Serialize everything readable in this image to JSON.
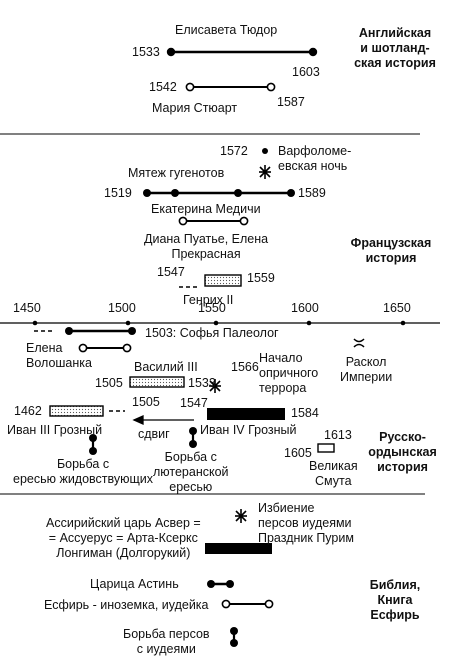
{
  "sections": {
    "english": "Английская\nи шотланд-\nская история",
    "french": "Французская\nистория",
    "russian": "Русско-\nордынская\nистория",
    "bible": "Библия,\nКнига\nЕсфирь"
  },
  "english": {
    "elizabeth": "Елисавета Тюдор",
    "y1533": "1533",
    "y1603": "1603",
    "y1542": "1542",
    "y1587": "1587",
    "mary": "Мария Стюарт"
  },
  "french": {
    "y1572": "1572",
    "bartholomew": "Варфоломе-\nевская ночь",
    "huguenots": "Мятеж гугенотов",
    "y1519": "1519",
    "y1589": "1589",
    "catherine": "Екатерина Медичи",
    "diane": "Диана Пуатье, Елена\nПрекрасная",
    "y1547": "1547",
    "y1559": "1559",
    "henry": "Генрих II"
  },
  "axis": {
    "ticks": [
      "1450",
      "1500",
      "1550",
      "1600",
      "1650"
    ]
  },
  "russian": {
    "sophia": "1503: Софья Палеолог",
    "elena": "Елена\nВолошанка",
    "vasily": "Василий III",
    "y1505a": "1505",
    "y1533": "1533",
    "y1566": "1566",
    "oprichnina": "Начало\nопричного\nтеррора",
    "schism": "Раскол\nИмперии",
    "y1462": "1462",
    "y1505b": "1505",
    "y1547": "1547",
    "y1584": "1584",
    "ivan3": "Иван III Грозный",
    "shift": "сдвиг",
    "ivan4": "Иван IV Грозный",
    "y1613": "1613",
    "y1605": "1605",
    "smuta": "Великая\nСмута",
    "judaizers": "Борьба с\nересью жидовствующих",
    "lutheran": "Борьба с\nлютеранской\nересью"
  },
  "bible": {
    "massacre": "Избиение\nперсов иудеями\nПраздник Пурим",
    "ahasuerus": "Ассирийский царь Асвер =\n= Ассуерус = Арта-Ксеркс\nЛонгиман (Долгорукий)",
    "vashti": "Царица Астинь",
    "esther": "Есфирь - иноземка, иудейка",
    "persians": "Борьба персов\nс иудеями"
  }
}
